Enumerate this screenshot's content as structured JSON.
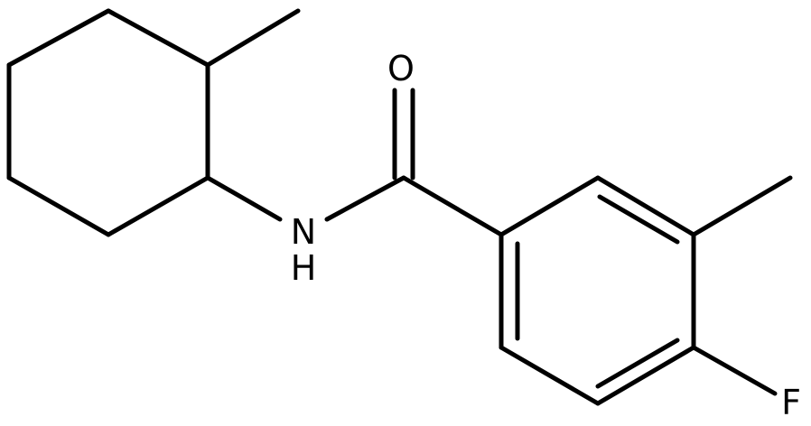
{
  "molecule": {
    "atoms": {
      "oxygen": "O",
      "nitrogen": "N",
      "hydrogen": "H",
      "fluorine": "F"
    },
    "colors": {
      "bond": "#000000",
      "label": "#000000",
      "background": "#ffffff"
    }
  }
}
